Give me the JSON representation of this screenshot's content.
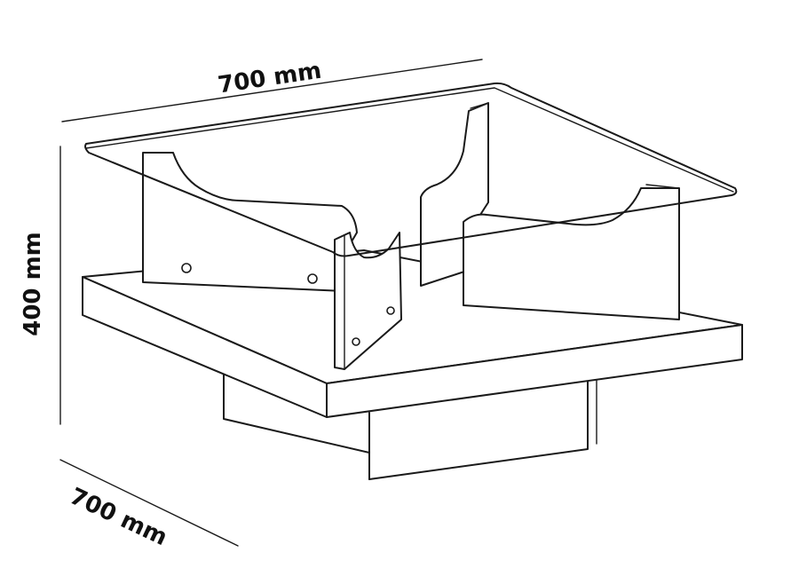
{
  "dimensions": {
    "width_label": "700 mm",
    "height_label": "400 mm",
    "depth_label": "700 mm"
  },
  "colors": {
    "line": "#1a1a1a",
    "background": "#ffffff"
  }
}
